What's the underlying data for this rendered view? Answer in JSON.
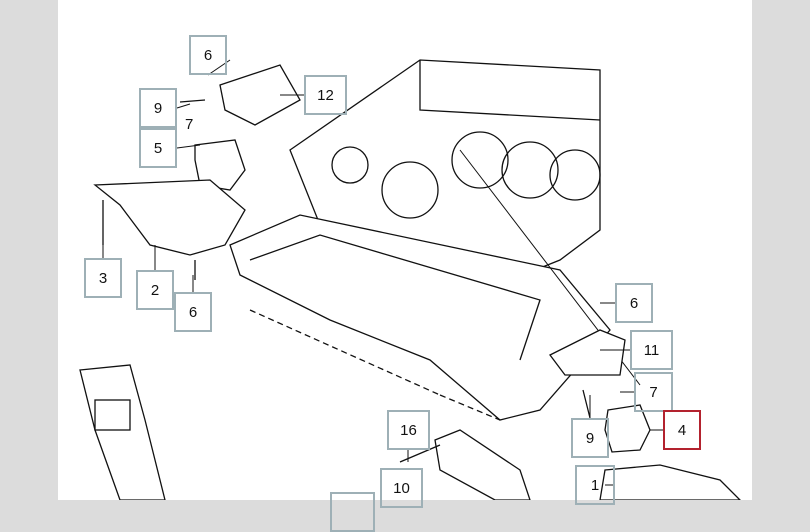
{
  "diagram": {
    "callouts": [
      {
        "id": "c6a",
        "label": "6"
      },
      {
        "id": "c12",
        "label": "12"
      },
      {
        "id": "c9a",
        "label": "9"
      },
      {
        "id": "c7a",
        "label": "7"
      },
      {
        "id": "c5",
        "label": "5"
      },
      {
        "id": "c3",
        "label": "3"
      },
      {
        "id": "c2",
        "label": "2"
      },
      {
        "id": "c6b",
        "label": "6"
      },
      {
        "id": "c6c",
        "label": "6"
      },
      {
        "id": "c11",
        "label": "11"
      },
      {
        "id": "c7b",
        "label": "7"
      },
      {
        "id": "c9b",
        "label": "9"
      },
      {
        "id": "c4",
        "label": "4"
      },
      {
        "id": "c16",
        "label": "16"
      },
      {
        "id": "c10",
        "label": "10"
      },
      {
        "id": "c1",
        "label": "1"
      }
    ],
    "selected_label": "4",
    "colors": {
      "callout_border": "#9eb0b6",
      "selected_border": "#b3222e",
      "expand_icon": "#b3222e"
    }
  }
}
